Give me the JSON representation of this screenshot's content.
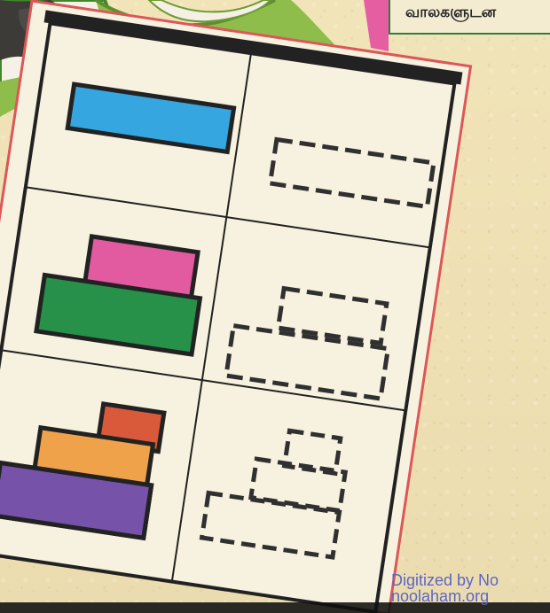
{
  "top_text": "வாலகளுடன",
  "watermark": {
    "line1": "Digitized by No",
    "line2": "noolaham.org"
  },
  "colors": {
    "paper": "#efe2b5",
    "sheet_border": "#db5758",
    "line": "#222222",
    "blue": "#35a6df",
    "pink": "#e25aa0",
    "green": "#27914a",
    "red": "#d95a3b",
    "orange": "#f0a24b",
    "purple": "#7752a9",
    "dashed": "#303030",
    "top_green": "#83b94b",
    "top_banner": "#2e8c41"
  }
}
